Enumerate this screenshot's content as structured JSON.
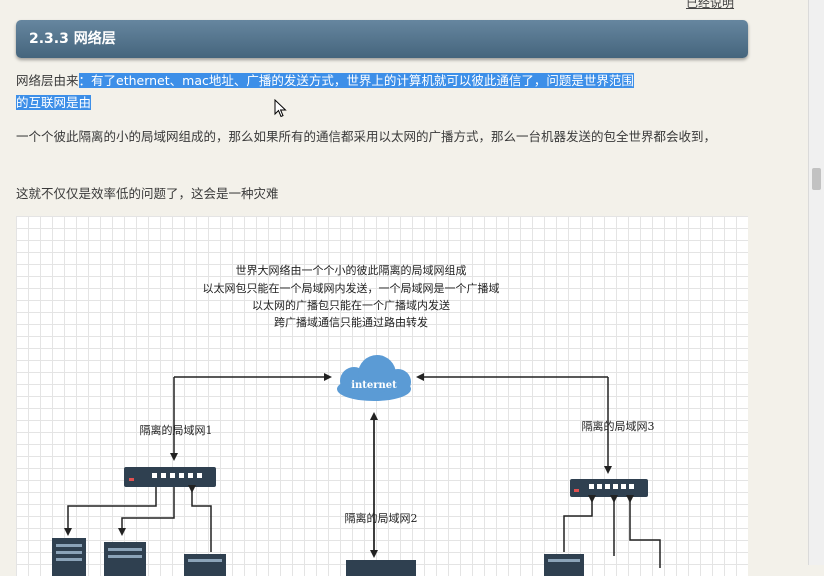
{
  "top_link": "已经说明",
  "section": {
    "title": "2.3.3 网络层"
  },
  "paragraphs": {
    "p1_prefix": "网络层由来",
    "p1_selected_line1": "：有了ethernet、mac地址、广播的发送方式，世界上的计算机就可以彼此通信了，问题是世界范围",
    "p1_selected_line2": "的互联网是由",
    "p2": "一个个彼此隔离的小的局域网组成的，那么如果所有的通信都采用以太网的广播方式，那么一台机器发送的包全世界都会收到，",
    "p3": "这就不仅仅是效率低的问题了，这会是一种灾难"
  },
  "diagram": {
    "caption": [
      "世界大网络由一个个小的彼此隔离的局域网组成",
      "以太网包只能在一个局域网内发送，一个局域网是一个广播域",
      "以太网的广播包只能在一个广播域内发送",
      "跨广播域通信只能通过路由转发"
    ],
    "cloud_label": "internet",
    "lan1_label": "隔离的局域网1",
    "lan2_label": "隔离的局域网2",
    "lan3_label": "隔离的局域网3"
  },
  "colors": {
    "header_bg": "#45657d",
    "selection": "#3d8fe8",
    "cloud": "#5b9bd5",
    "switch": "#2f4050"
  }
}
